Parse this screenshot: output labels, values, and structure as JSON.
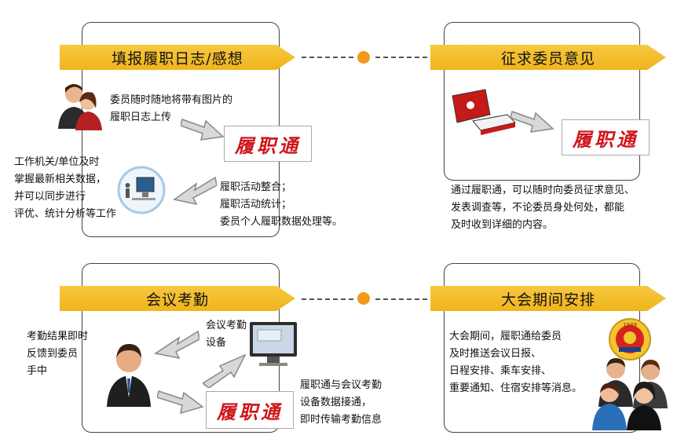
{
  "sections": {
    "log": {
      "title": "填报履职日志/感想"
    },
    "opinion": {
      "title": "征求委员意见"
    },
    "attendance": {
      "title": "会议考勤"
    },
    "session": {
      "title": "大会期间安排"
    }
  },
  "log_texts": {
    "upload": [
      "委员随时随地将带有图片的",
      "履职日志上传"
    ],
    "agency": [
      "工作机关/单位及时",
      "掌握最新相关数据，",
      "并可以同步进行",
      "评优、统计分析等工作"
    ],
    "activity": [
      "履职活动整合；",
      "履职活动统计；",
      "委员个人履职数据处理等。"
    ]
  },
  "opinion_texts": [
    "通过履职通，可以随时向委员征求意见、",
    "发表调查等，不论委员身处何处，都能",
    "及时收到详细的内容。"
  ],
  "attendance_texts": {
    "feedback": [
      "考勤结果即时",
      "反馈到委员",
      "手中"
    ],
    "device": [
      "会议考勤",
      "设备"
    ],
    "link": [
      "履职通与会议考勤",
      "设备数据接通，",
      "即时传输考勤信息"
    ]
  },
  "session_texts": [
    "大会期间，履职通给委员",
    "及时推送会议日报、",
    "日程安排、乘车安排、",
    "重要通知、住宿安排等消息。"
  ],
  "logo_text": "履职通",
  "emblem_year": "1949",
  "colors": {
    "banner": "#f2b928",
    "dot": "#f39a1a",
    "logo_red": "#d0161b"
  }
}
